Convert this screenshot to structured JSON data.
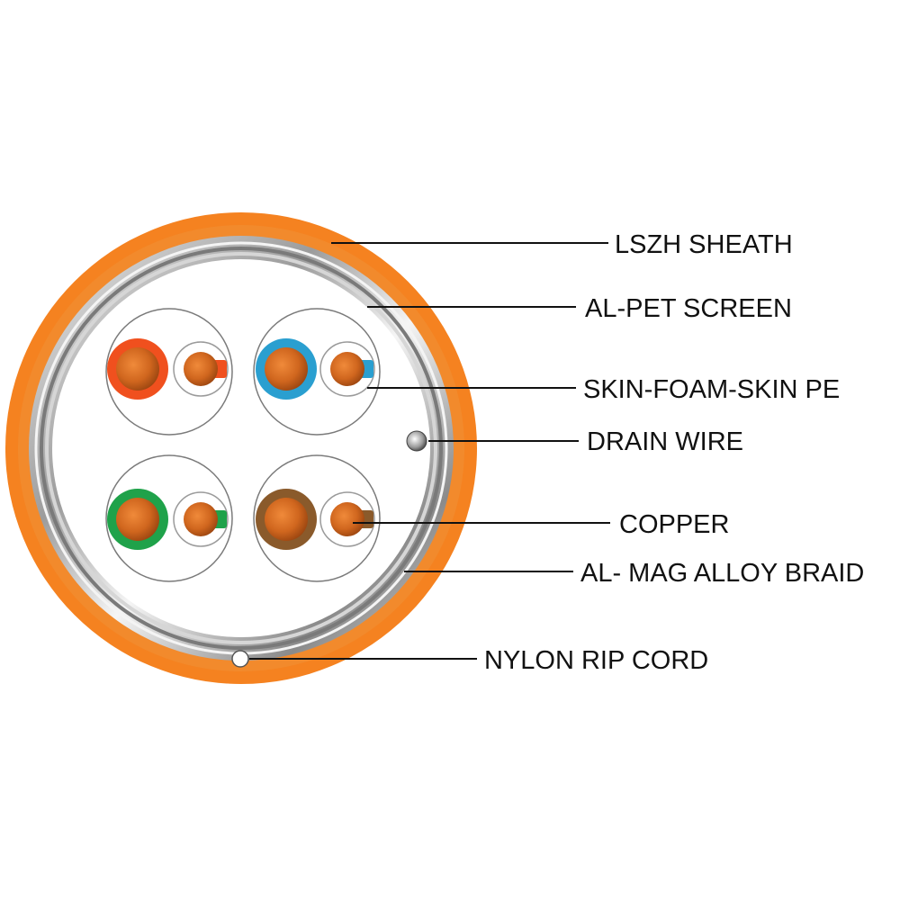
{
  "colors": {
    "sheath": "#f58220",
    "pair_1": "#f0501e",
    "pair_2": "#2a9fd0",
    "pair_3": "#1fa24a",
    "pair_4": "#8a5a2b",
    "copper": "#c8601a",
    "foil": "#b8b8b8"
  },
  "labels": {
    "lszh_sheath": "LSZH SHEATH",
    "al_pet_screen": "AL-PET SCREEN",
    "skin_foam_skin_pe": "SKIN-FOAM-SKIN PE",
    "drain_wire": "DRAIN WIRE",
    "copper": "COPPER",
    "al_mag_alloy_braid": "AL- MAG ALLOY BRAID",
    "nylon_rip_cord": "NYLON RIP CORD"
  }
}
